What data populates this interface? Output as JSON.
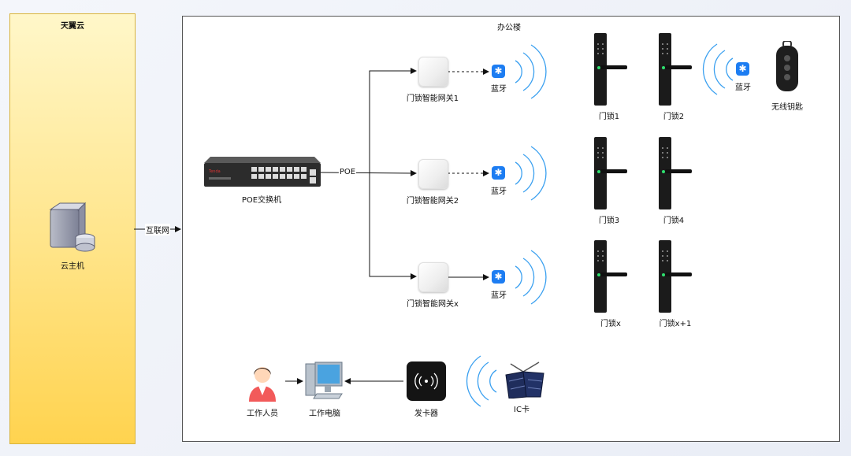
{
  "cloud": {
    "title": "天翼云",
    "host_label": "云主机",
    "link_label": "互联网"
  },
  "building": {
    "title": "办公楼",
    "switch_label": "POE交换机",
    "poe_label": "POE",
    "gateways": [
      {
        "label": "门锁智能网关1",
        "bt_label": "蓝牙"
      },
      {
        "label": "门锁智能网关2",
        "bt_label": "蓝牙"
      },
      {
        "label": "门锁智能网关x",
        "bt_label": "蓝牙"
      }
    ],
    "locks": [
      "门锁1",
      "门锁2",
      "门锁3",
      "门锁4",
      "门锁x",
      "门锁x+1"
    ],
    "key": {
      "bt_label": "蓝牙",
      "label": "无线钥匙"
    },
    "staff_label": "工作人员",
    "pc_label": "工作电脑",
    "reader_label": "发卡器",
    "card_label": "IC卡"
  },
  "colors": {
    "bluetooth": "#1d7df2",
    "wave": "#3aa0f0",
    "cloud_fill": "#ffe488"
  },
  "icons": [
    "server-icon",
    "switch-icon",
    "gateway-icon",
    "bluetooth-icon",
    "door-lock-icon",
    "car-key-icon",
    "person-icon",
    "computer-icon",
    "card-reader-icon",
    "ic-card-icon"
  ]
}
